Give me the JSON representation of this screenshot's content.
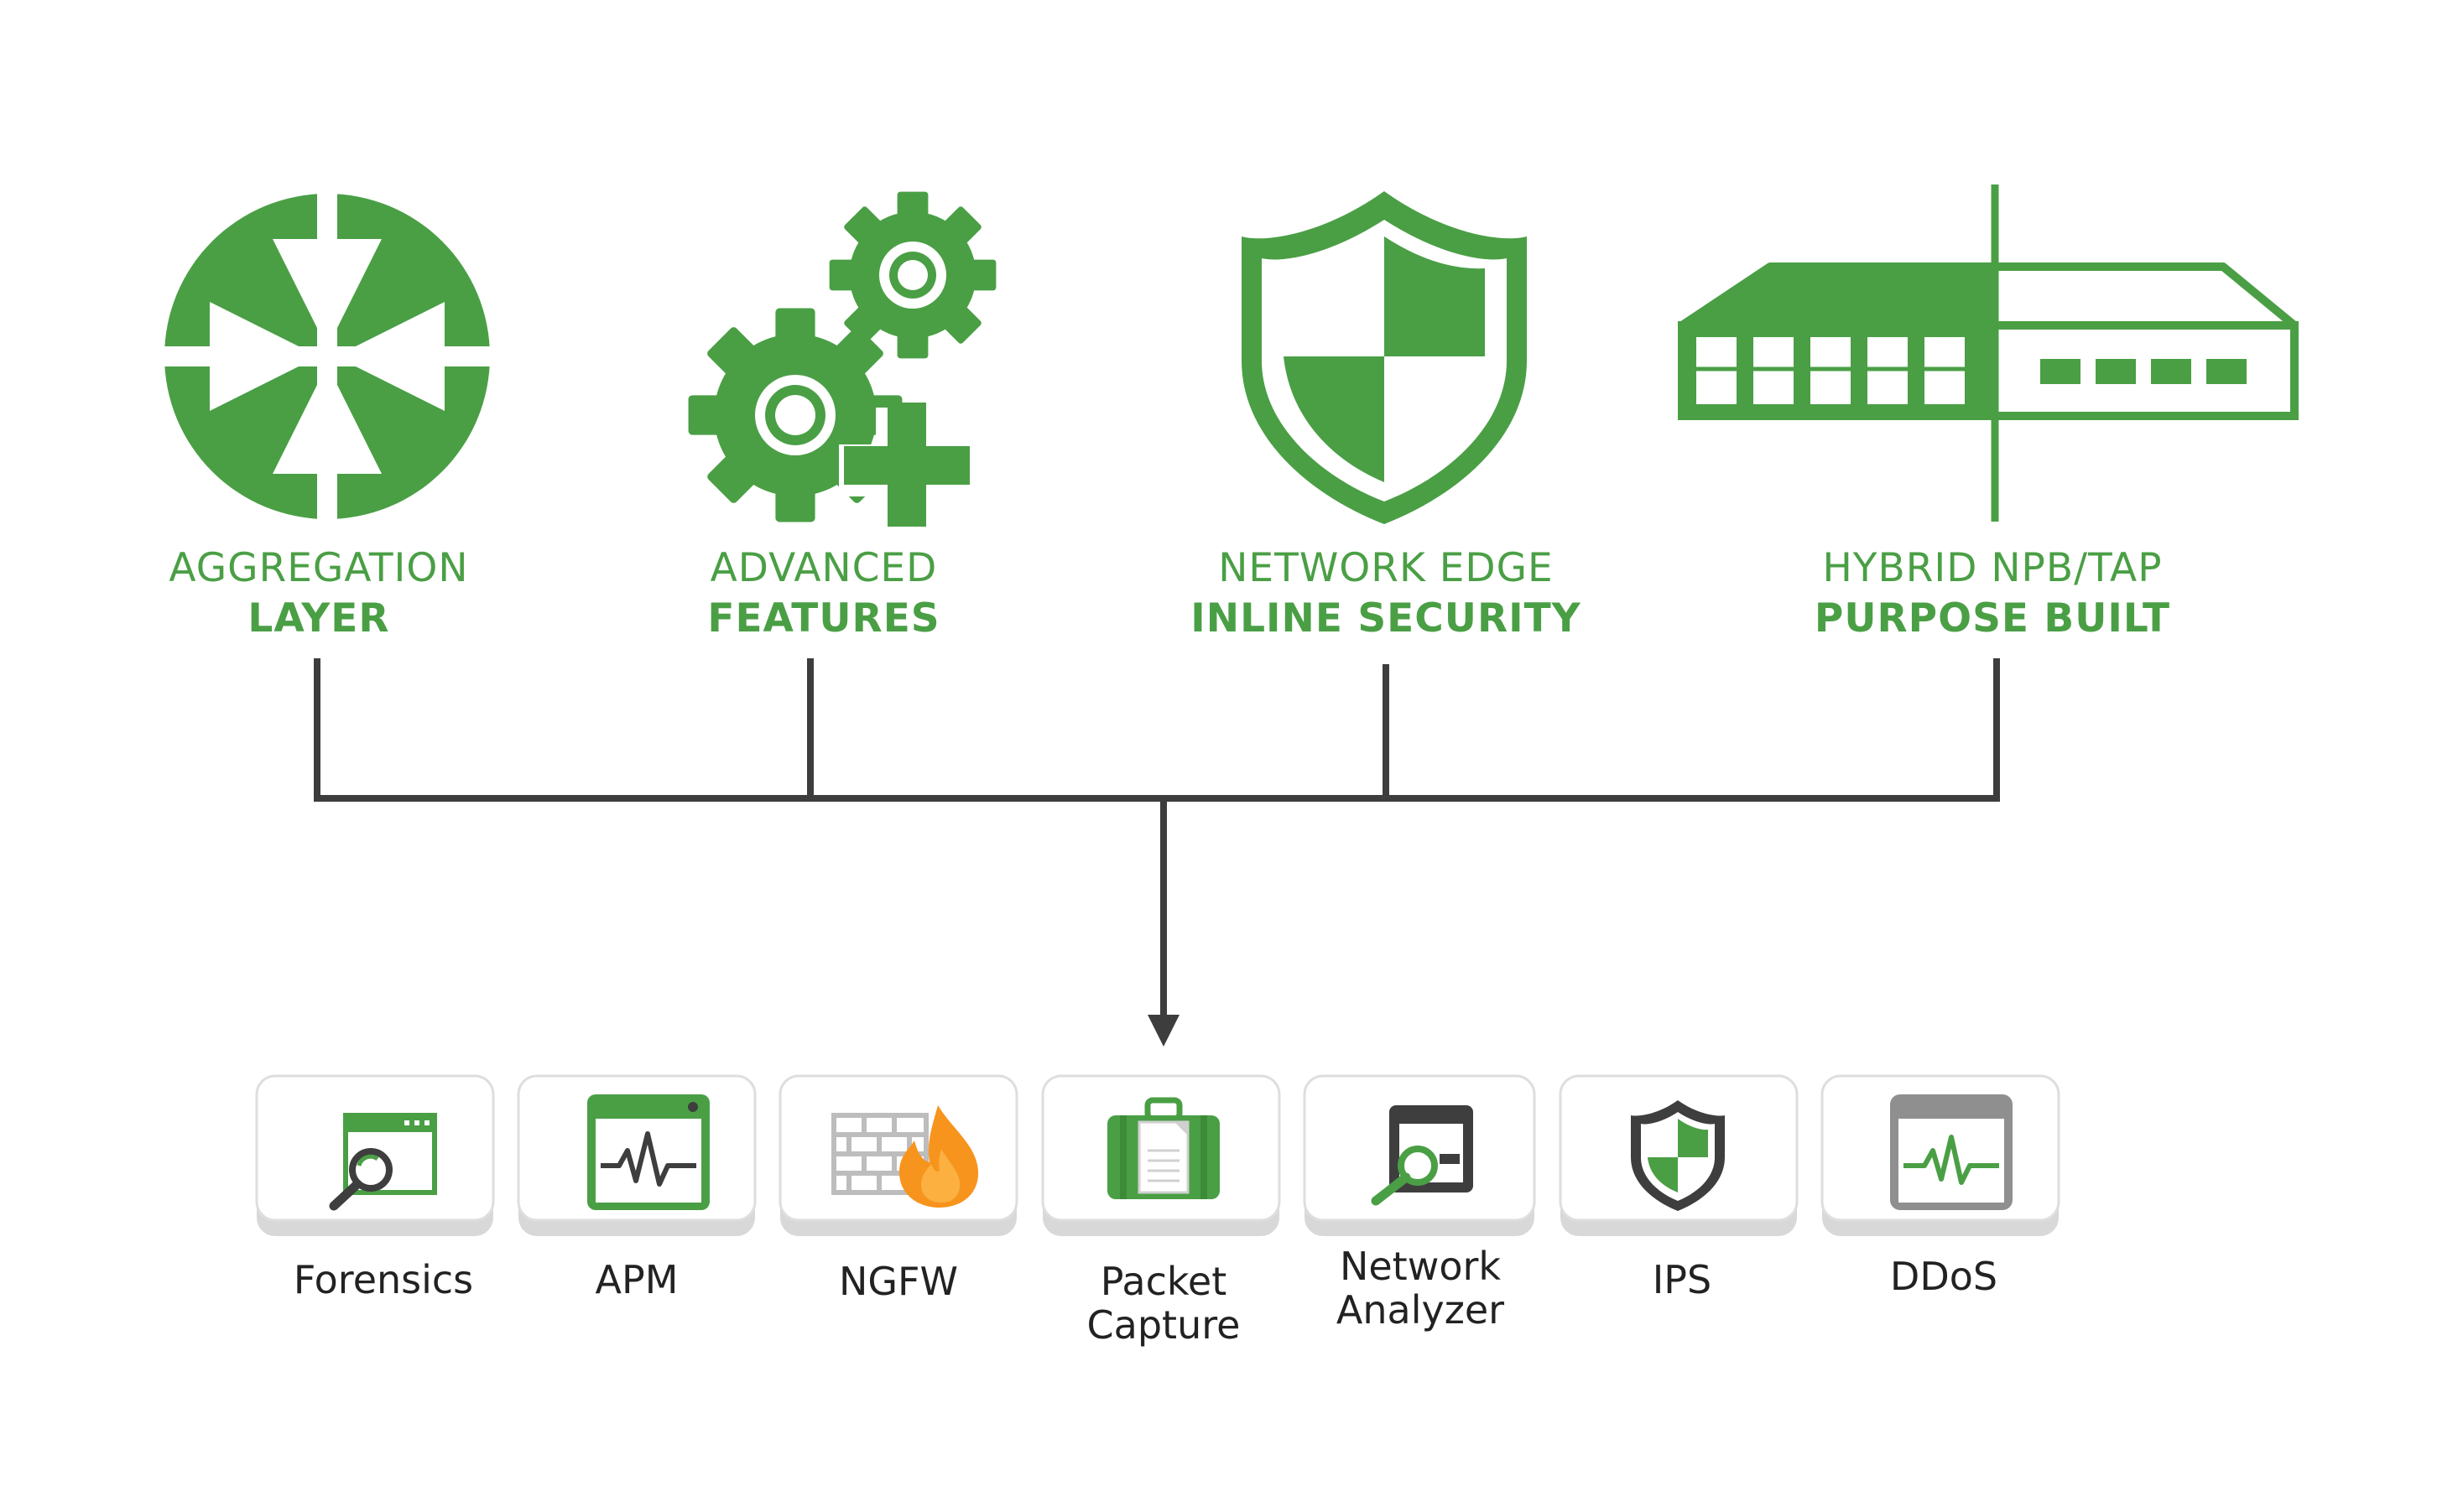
{
  "colors": {
    "accent_green": "#4a9f45",
    "connector": "#3d3d3d",
    "card_bg": "#ffffff",
    "card_border": "#dcdcdc",
    "card_shadow": "#d6d6d6",
    "tool_gray": "#3e3e3e",
    "flame_orange": "#f7941d",
    "light_gray": "#bdbdbd"
  },
  "features": [
    {
      "line1": "AGGREGATION",
      "line2": "LAYER",
      "icon": "aggregation-arrows-icon"
    },
    {
      "line1": "ADVANCED",
      "line2": "FEATURES",
      "icon": "gears-plus-icon"
    },
    {
      "line1": "NETWORK EDGE",
      "line2": "INLINE SECURITY",
      "icon": "shield-icon"
    },
    {
      "line1": "HYBRID NPB/TAP",
      "line2": "PURPOSE BUILT",
      "icon": "network-switch-icon"
    }
  ],
  "tools": [
    {
      "lines": [
        "Forensics"
      ],
      "icon": "forensics-magnifier-icon"
    },
    {
      "lines": [
        "APM"
      ],
      "icon": "apm-monitor-icon"
    },
    {
      "lines": [
        "NGFW"
      ],
      "icon": "firewall-flame-icon"
    },
    {
      "lines": [
        "Packet",
        "Capture"
      ],
      "icon": "briefcase-icon"
    },
    {
      "lines": [
        "Network",
        "Analyzer"
      ],
      "icon": "network-analyzer-icon"
    },
    {
      "lines": [
        "IPS"
      ],
      "icon": "ips-shield-icon"
    },
    {
      "lines": [
        "DDoS"
      ],
      "icon": "ddos-monitor-icon"
    }
  ]
}
